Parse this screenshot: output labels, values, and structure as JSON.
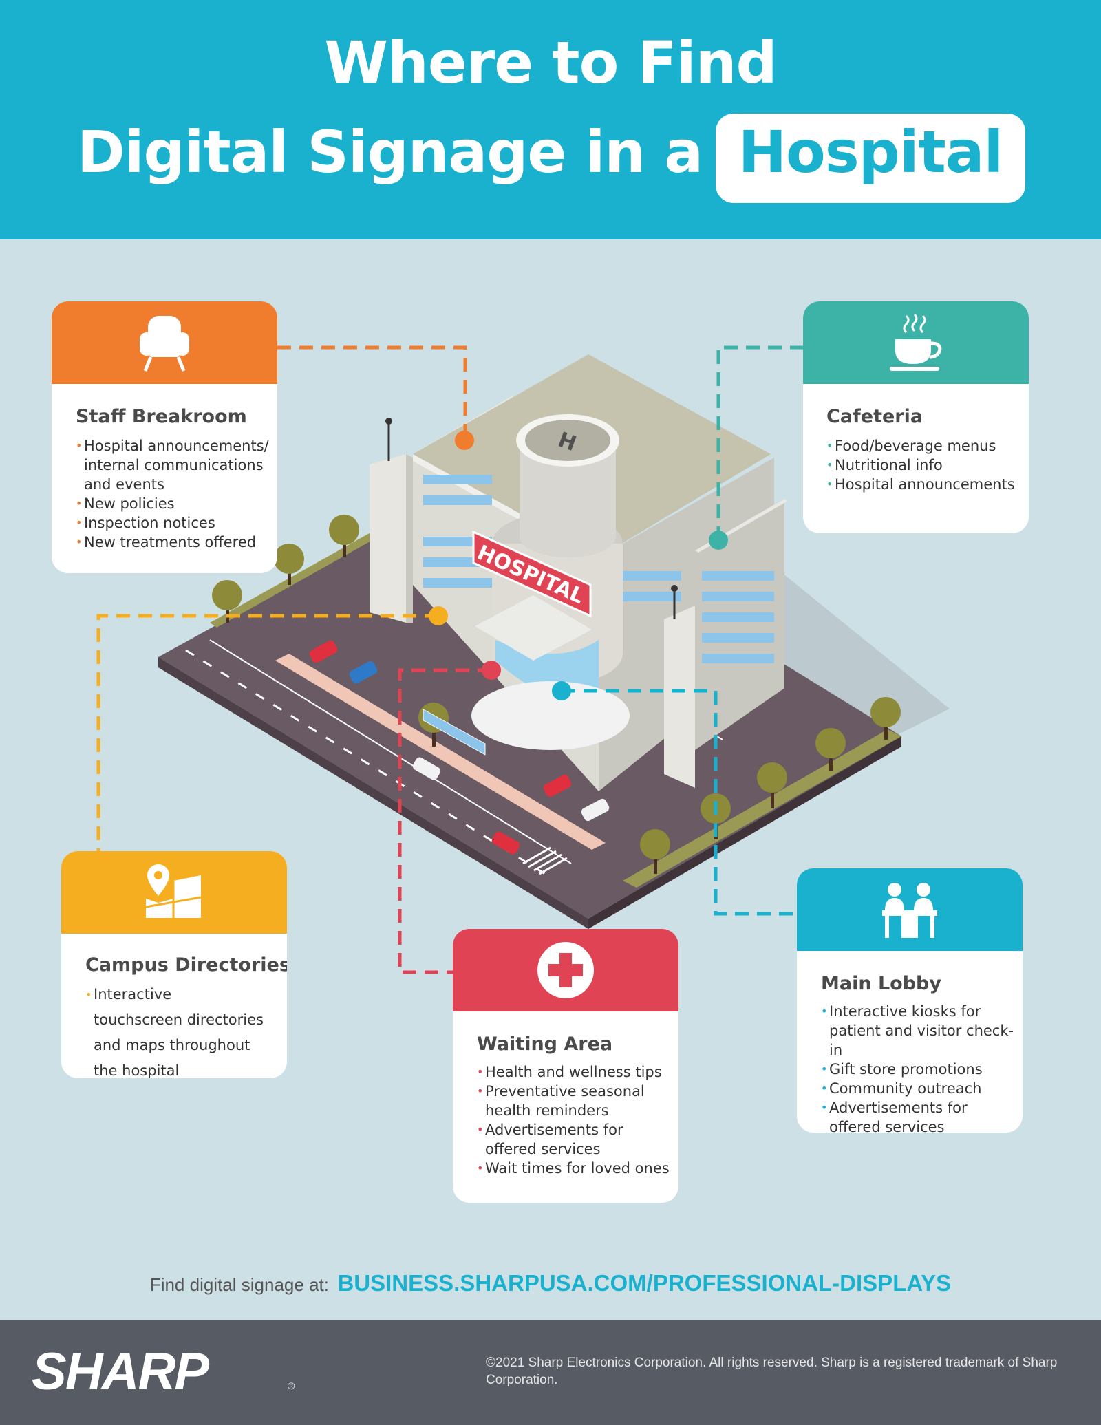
{
  "header": {
    "title_line1": "Where to Find",
    "title_line2": "Digital Signage in a",
    "title_highlight": "Hospital",
    "bg_color": "#1ab1ce"
  },
  "illustration": {
    "building_sign": "HOSPITAL",
    "helipad_letter": "H"
  },
  "sections": {
    "staff_breakroom": {
      "title": "Staff Breakroom",
      "icon": "armchair-icon",
      "color": "#f07c2d",
      "items": [
        "Hospital announcements/ internal communications and events",
        "New policies",
        "Inspection notices",
        "New treatments offered"
      ]
    },
    "cafeteria": {
      "title": "Cafeteria",
      "icon": "coffee-cup-icon",
      "color": "#3cb3a6",
      "items": [
        "Food/beverage menus",
        "Nutritional info",
        "Hospital announcements"
      ]
    },
    "campus_directories": {
      "title": "Campus Directories",
      "icon": "map-pin-icon",
      "color": "#f6ae21",
      "items": [
        "Interactive touchscreen directories and maps throughout the hospital"
      ]
    },
    "waiting_area": {
      "title": "Waiting Area",
      "icon": "medical-cross-icon",
      "color": "#e04454",
      "items": [
        "Health and wellness tips",
        "Preventative seasonal health reminders",
        "Advertisements for offered services",
        "Wait times for loved ones"
      ]
    },
    "main_lobby": {
      "title": "Main Lobby",
      "icon": "reception-desk-icon",
      "color": "#1ab1ce",
      "items": [
        "Interactive kiosks for patient and visitor check-in",
        "Gift store promotions",
        "Community outreach",
        "Advertisements for offered services"
      ]
    }
  },
  "footer": {
    "find_label": "Find digital signage at:",
    "url": "BUSINESS.SHARPUSA.COM/PROFESSIONAL-DISPLAYS",
    "logo": "SHARP",
    "logo_mark": "®",
    "copyright": "©2021 Sharp Electronics Corporation. All rights reserved. Sharp is a registered trademark of Sharp Corporation."
  }
}
